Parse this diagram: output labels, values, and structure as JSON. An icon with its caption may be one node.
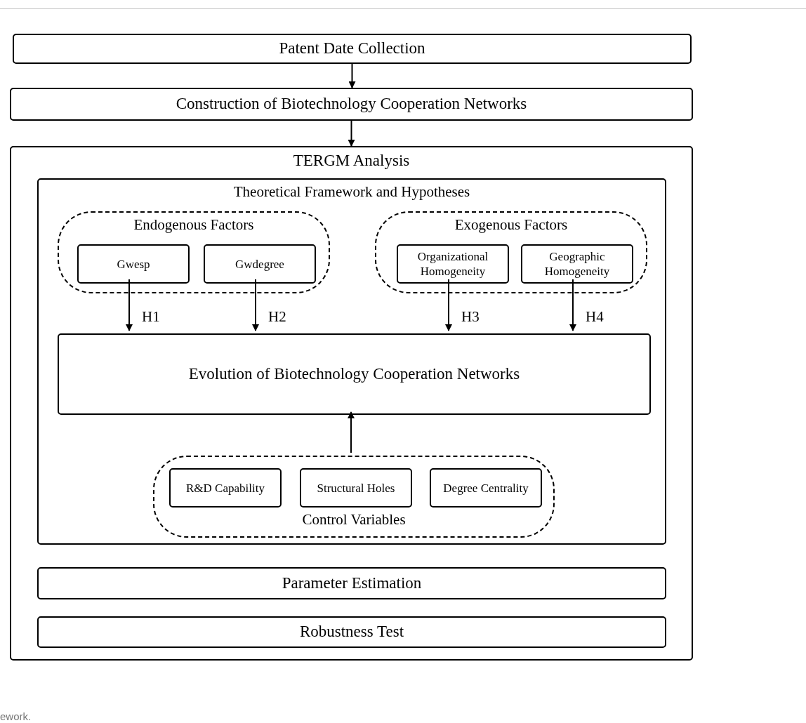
{
  "diagram": {
    "caption": "ework.",
    "nodes": [
      {
        "text": [
          "Patent Date Collection"
        ]
      },
      {
        "text": [
          "Construction of Biotechnology Cooperation Networks"
        ]
      },
      {
        "text": [
          "TERGM Analysis"
        ]
      },
      {
        "text": [
          "Theoretical Framework and Hypotheses"
        ],
        "in": 2
      },
      {
        "text": [
          "Endogenous Factors"
        ],
        "in": 3
      },
      {
        "text": [
          "Gwesp"
        ],
        "in": 4
      },
      {
        "text": [
          "Gwdegree"
        ],
        "in": 4
      },
      {
        "text": [
          "Exogenous Factors"
        ],
        "in": 3
      },
      {
        "text": [
          "Organizational Homogeneity"
        ],
        "in": 7
      },
      {
        "text": [
          "Geographic Homogeneity"
        ],
        "in": 7
      },
      {
        "text": [
          "Evolution of Biotechnology Cooperation Networks"
        ],
        "in": 3
      },
      {
        "text": [
          "Control Variables"
        ],
        "in": 3
      },
      {
        "text": [
          "R&D Capability"
        ],
        "in": 11
      },
      {
        "text": [
          "Structural Holes"
        ],
        "in": 11
      },
      {
        "text": [
          "Degree Centrality"
        ],
        "in": 11
      },
      {
        "text": [
          "Parameter Estimation"
        ],
        "in": 2
      },
      {
        "text": [
          "Robustness Test"
        ],
        "in": 2
      }
    ],
    "edges": [
      {
        "from": 0,
        "to": 1,
        "arrow": "to"
      },
      {
        "from": 1,
        "to": 2,
        "arrow": "to"
      },
      {
        "from": 5,
        "to": 10,
        "arrow": "to",
        "label": "H1"
      },
      {
        "from": 6,
        "to": 10,
        "arrow": "to",
        "label": "H2"
      },
      {
        "from": 8,
        "to": 10,
        "arrow": "to",
        "label": "H3"
      },
      {
        "from": 9,
        "to": 10,
        "arrow": "to",
        "label": "H4"
      },
      {
        "from": 11,
        "to": 10,
        "arrow": "to"
      }
    ]
  }
}
